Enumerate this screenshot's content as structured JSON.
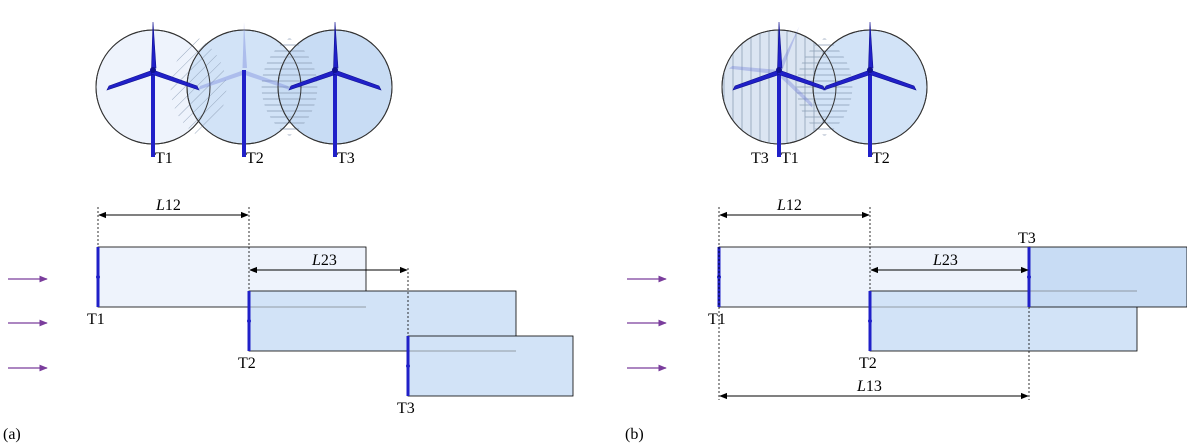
{
  "panels": [
    {
      "tag": "(a)",
      "turbines": [
        {
          "id": "t1",
          "label": "T1"
        },
        {
          "id": "t2",
          "label": "T2"
        },
        {
          "id": "t3",
          "label": "T3"
        }
      ],
      "dimensions": [
        {
          "id": "l12",
          "var": "L",
          "sub": "12"
        },
        {
          "id": "l23",
          "var": "L",
          "sub": "23"
        }
      ]
    },
    {
      "tag": "(b)",
      "turbines": [
        {
          "id": "t3",
          "label": "T3"
        },
        {
          "id": "t1",
          "label": "T1"
        },
        {
          "id": "t2",
          "label": "T2"
        }
      ],
      "dimensions": [
        {
          "id": "l12",
          "var": "L",
          "sub": "12"
        },
        {
          "id": "l23",
          "var": "L",
          "sub": "23"
        },
        {
          "id": "l13",
          "var": "L",
          "sub": "13"
        }
      ]
    }
  ],
  "colors": {
    "blade": "#2020c8",
    "blade_dark": "#101090",
    "disc1": "#eef3fc",
    "disc2": "#d2e3f7",
    "disc3": "#c8dcf4",
    "wake1": "#eef3fc",
    "wake2": "#d2e3f7",
    "arrow": "#7a3d9c"
  }
}
